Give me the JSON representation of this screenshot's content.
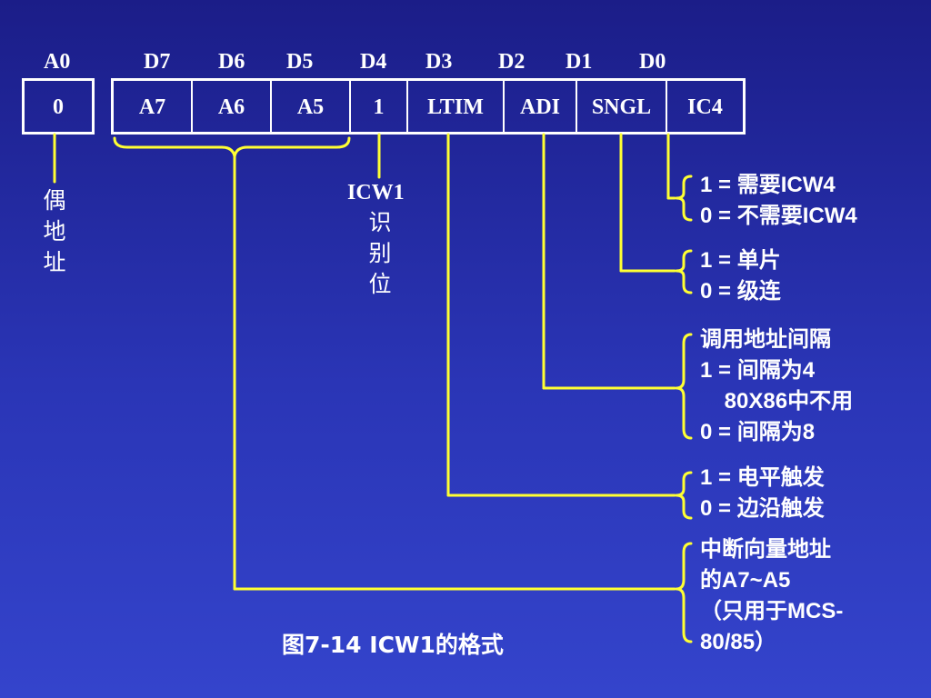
{
  "bit_labels": {
    "a0": "A0",
    "d7": "D7",
    "d6": "D6",
    "d5": "D5",
    "d4": "D4",
    "d3": "D3",
    "d2": "D2",
    "d1": "D1",
    "d0": "D0"
  },
  "register": {
    "a0_cell": "0",
    "cells": [
      "A7",
      "A6",
      "A5",
      "1",
      "LTIM",
      "ADI",
      "SNGL",
      "IC4"
    ]
  },
  "left_labels": {
    "even_address": "偶\n地\n址",
    "icw1_id_title": "ICW1",
    "icw1_id_rest": "识\n别\n位"
  },
  "notes": {
    "ic4": [
      "1 = 需要ICW4",
      "0 = 不需要ICW4"
    ],
    "sngl": [
      "1 = 单片",
      "0 = 级连"
    ],
    "adi": [
      "调用地址间隔",
      "1 = 间隔为4",
      "    80X86中不用",
      "0 = 间隔为8"
    ],
    "ltim": [
      "1 = 电平触发",
      "0 = 边沿触发"
    ],
    "a7a5": [
      "中断向量地址",
      "的A7~A5",
      "（只用于MCS-",
      "80/85）"
    ]
  },
  "caption": "图7-14  ICW1的格式",
  "colors": {
    "background": "#2a35b6",
    "connector": "#ffff33",
    "text": "#ffffff"
  }
}
